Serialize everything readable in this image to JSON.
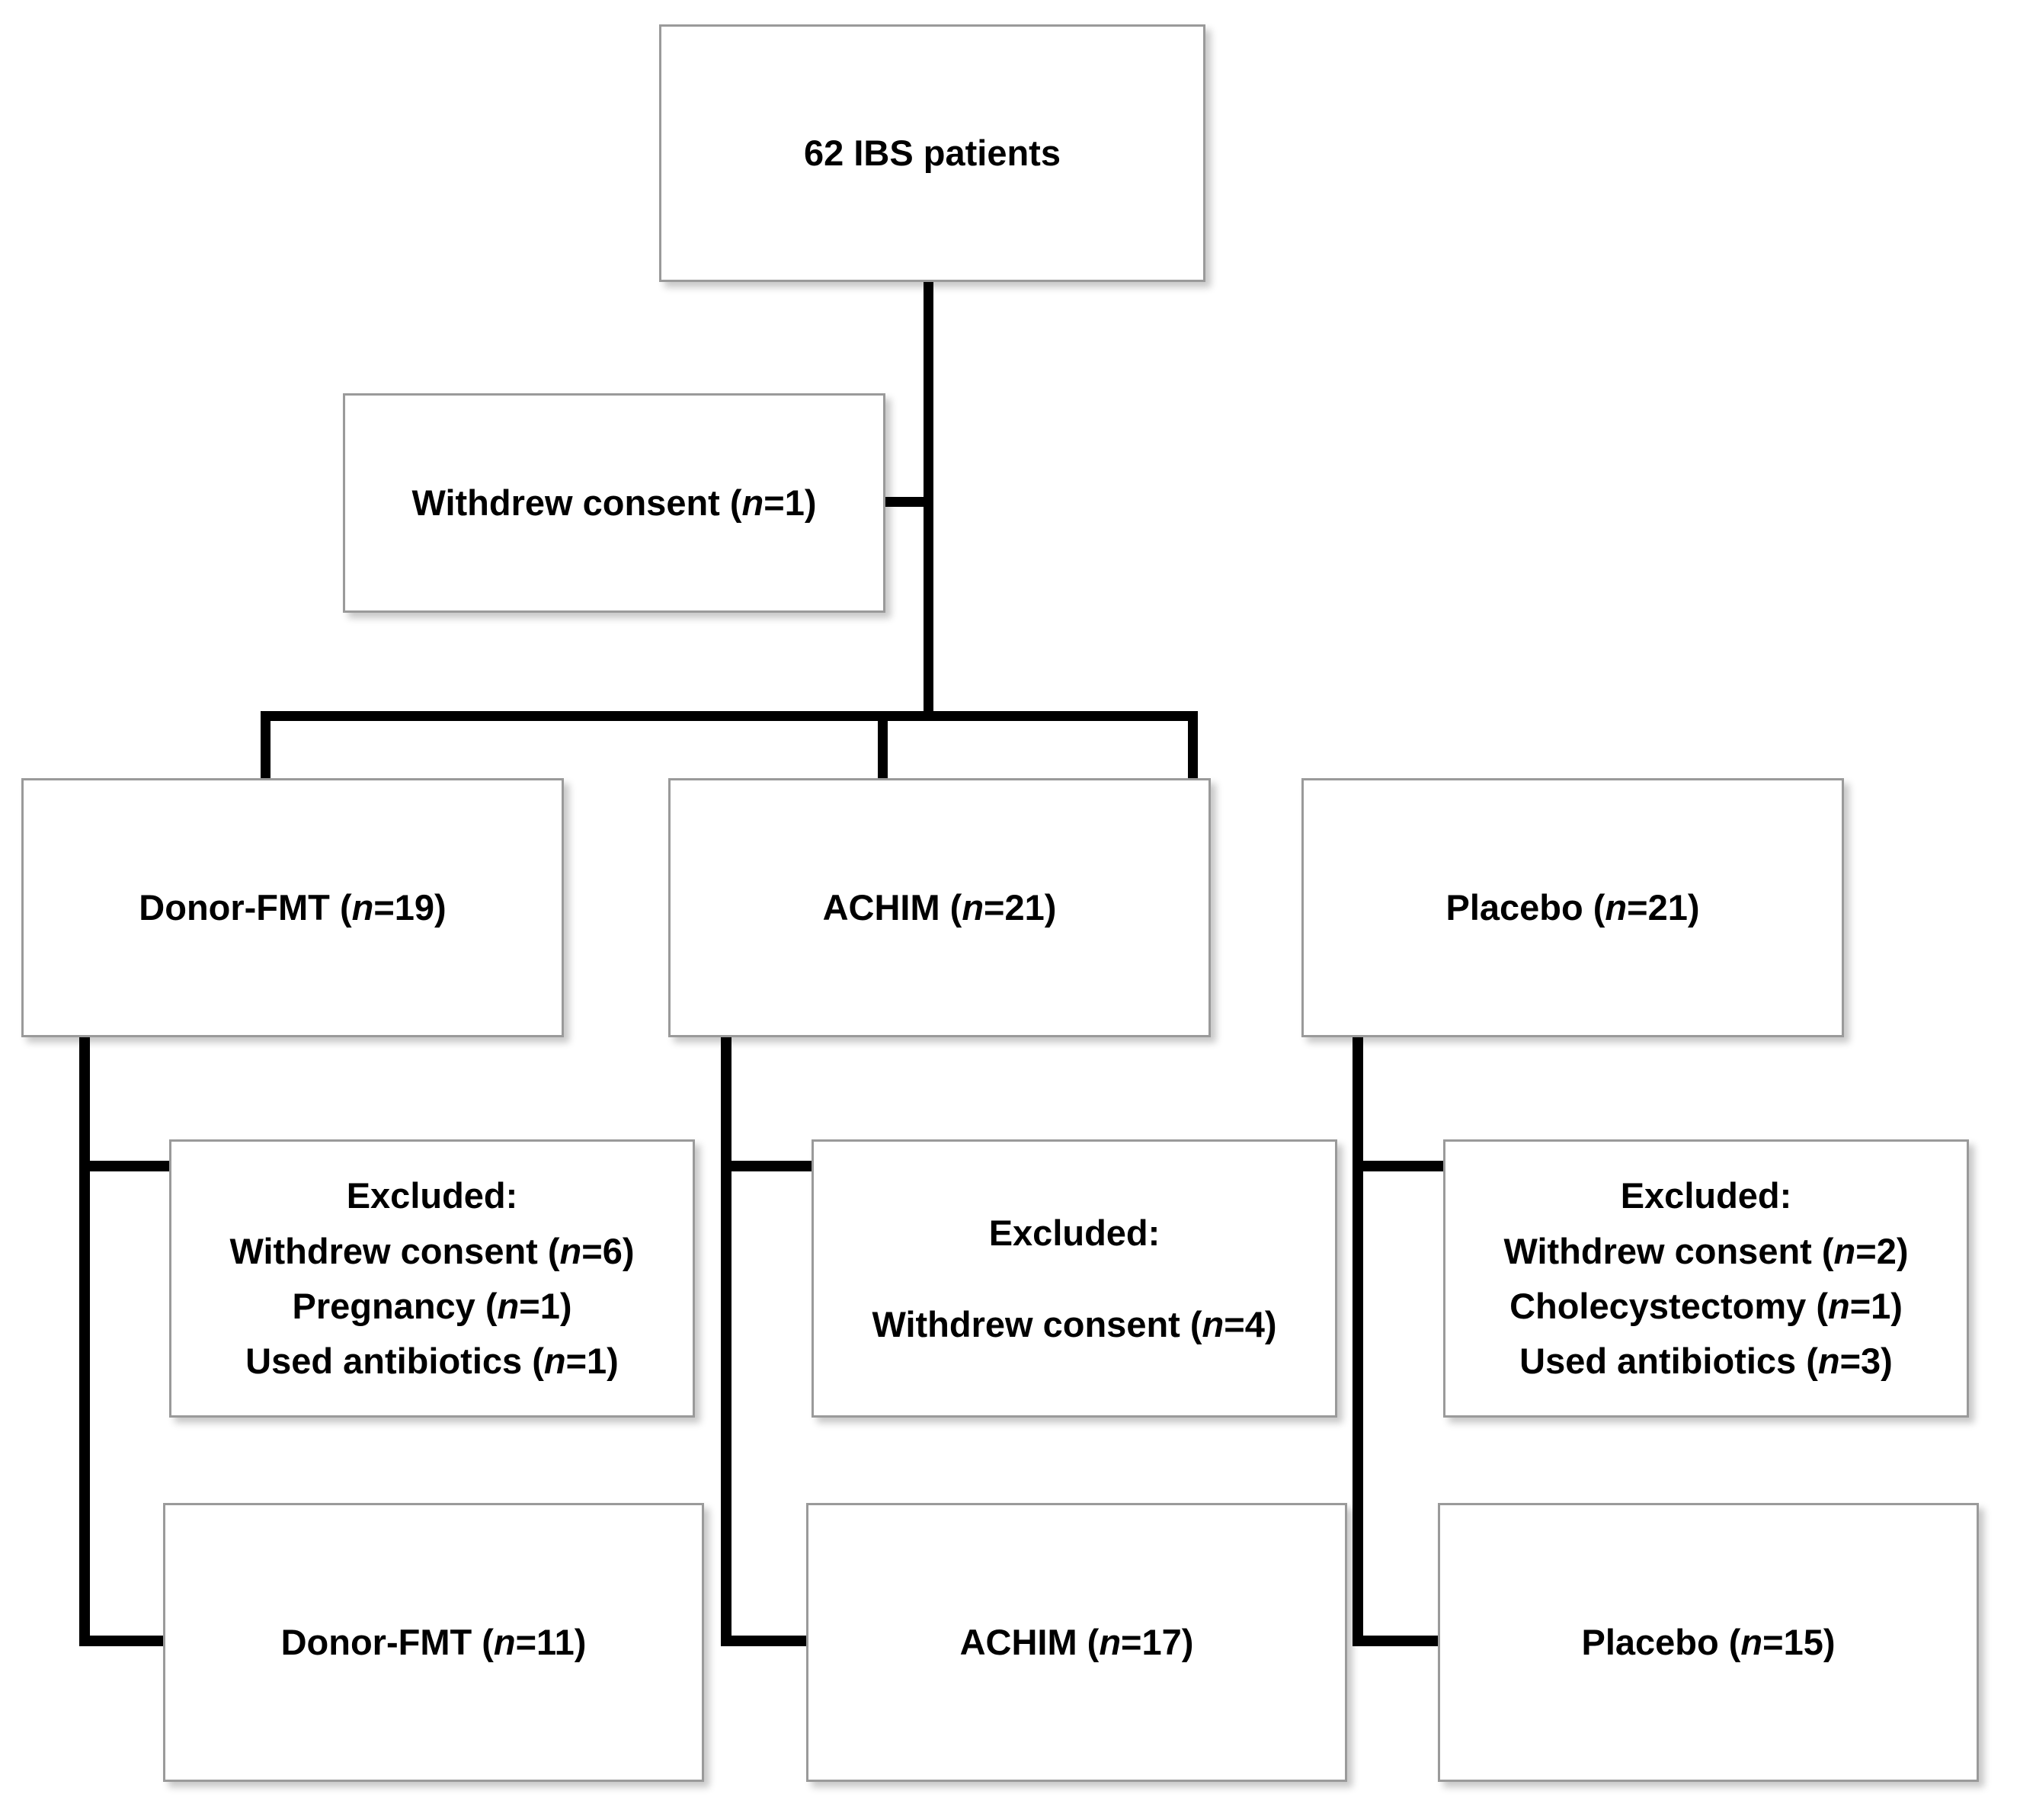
{
  "diagram": {
    "type": "clinical-trial-flowchart",
    "title_visible": false,
    "line_color": "#000000",
    "box_border_color": "#9a9a9a",
    "box_fill_color": "#ffffff",
    "text_color": "#000000"
  },
  "nodes": {
    "enrolled": {
      "id": "enrolled",
      "label": "62 IBS patients",
      "count": 62
    },
    "withdrew_top": {
      "id": "withdrew-consent-top",
      "prefix": "Withdrew consent (",
      "n": "n",
      "suffix": "=1)",
      "count": 1
    },
    "arm_donor_fmt": {
      "id": "arm-donor-fmt",
      "prefix": "Donor-FMT (",
      "n": "n",
      "suffix": "=19)",
      "count": 19
    },
    "arm_achim": {
      "id": "arm-achim",
      "prefix": "ACHIM (",
      "n": "n",
      "suffix": "=21)",
      "count": 21
    },
    "arm_placebo": {
      "id": "arm-placebo",
      "prefix": "Placebo (",
      "n": "n",
      "suffix": "=21)",
      "count": 21
    },
    "excluded_donor_fmt": {
      "id": "excluded-donor-fmt",
      "heading": "Excluded:",
      "reasons": [
        {
          "prefix": "Withdrew consent (",
          "n": "n",
          "suffix": "=6)",
          "count": 6
        },
        {
          "prefix": "Pregnancy (",
          "n": "n",
          "suffix": "=1)",
          "count": 1
        },
        {
          "prefix": "Used antibiotics (",
          "n": "n",
          "suffix": "=1)",
          "count": 1
        }
      ]
    },
    "excluded_achim": {
      "id": "excluded-achim",
      "heading": "Excluded:",
      "reasons": [
        {
          "prefix": "Withdrew consent (",
          "n": "n",
          "suffix": "=4)",
          "count": 4
        }
      ]
    },
    "excluded_placebo": {
      "id": "excluded-placebo",
      "heading": "Excluded:",
      "reasons": [
        {
          "prefix": "Withdrew consent (",
          "n": "n",
          "suffix": "=2)",
          "count": 2
        },
        {
          "prefix": "Cholecystectomy (",
          "n": "n",
          "suffix": "=1)",
          "count": 1
        },
        {
          "prefix": "Used antibiotics (",
          "n": "n",
          "suffix": "=3)",
          "count": 3
        }
      ]
    },
    "final_donor_fmt": {
      "id": "final-donor-fmt",
      "prefix": "Donor-FMT (",
      "n": "n",
      "suffix": "=11)",
      "count": 11
    },
    "final_achim": {
      "id": "final-achim",
      "prefix": "ACHIM (",
      "n": "n",
      "suffix": "=17)",
      "count": 17
    },
    "final_placebo": {
      "id": "final-placebo",
      "prefix": "Placebo (",
      "n": "n",
      "suffix": "=15)",
      "count": 15
    }
  }
}
